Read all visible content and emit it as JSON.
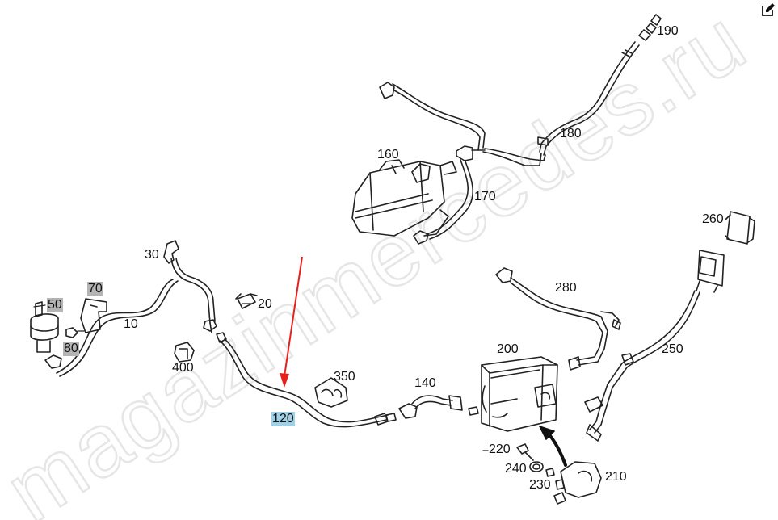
{
  "diagram": {
    "highlighted_part": "120",
    "watermark": "magazinmercedes.ru",
    "callouts": [
      {
        "id": "c190",
        "text": "190",
        "shade": "none"
      },
      {
        "id": "c180",
        "text": "180",
        "shade": "none"
      },
      {
        "id": "c160",
        "text": "160",
        "shade": "none"
      },
      {
        "id": "c170",
        "text": "170",
        "shade": "none"
      },
      {
        "id": "c260",
        "text": "260",
        "shade": "none"
      },
      {
        "id": "c30",
        "text": "30",
        "shade": "none"
      },
      {
        "id": "c70",
        "text": "70",
        "shade": "grey"
      },
      {
        "id": "c50",
        "text": "50",
        "shade": "grey"
      },
      {
        "id": "c20",
        "text": "20",
        "shade": "none"
      },
      {
        "id": "c10",
        "text": "10",
        "shade": "none"
      },
      {
        "id": "c80",
        "text": "80",
        "shade": "grey"
      },
      {
        "id": "c280",
        "text": "280",
        "shade": "none"
      },
      {
        "id": "c200",
        "text": "200",
        "shade": "none"
      },
      {
        "id": "c250",
        "text": "250",
        "shade": "none"
      },
      {
        "id": "c400",
        "text": "400",
        "shade": "none"
      },
      {
        "id": "c350",
        "text": "350",
        "shade": "none"
      },
      {
        "id": "c140",
        "text": "140",
        "shade": "none"
      },
      {
        "id": "c120",
        "text": "120",
        "shade": "highlight"
      },
      {
        "id": "c220",
        "text": "220",
        "shade": "none"
      },
      {
        "id": "c240",
        "text": "240",
        "shade": "none"
      },
      {
        "id": "c210",
        "text": "210",
        "shade": "none"
      },
      {
        "id": "c230",
        "text": "230",
        "shade": "none"
      }
    ]
  },
  "toolbar": {
    "edit_icon": "edit-icon"
  },
  "colors": {
    "line": "#222222",
    "arrow": "#e8201c",
    "highlight": "#9fd0e6",
    "grey_tag": "#b4b4b4",
    "watermark": "#e6e6e6"
  }
}
